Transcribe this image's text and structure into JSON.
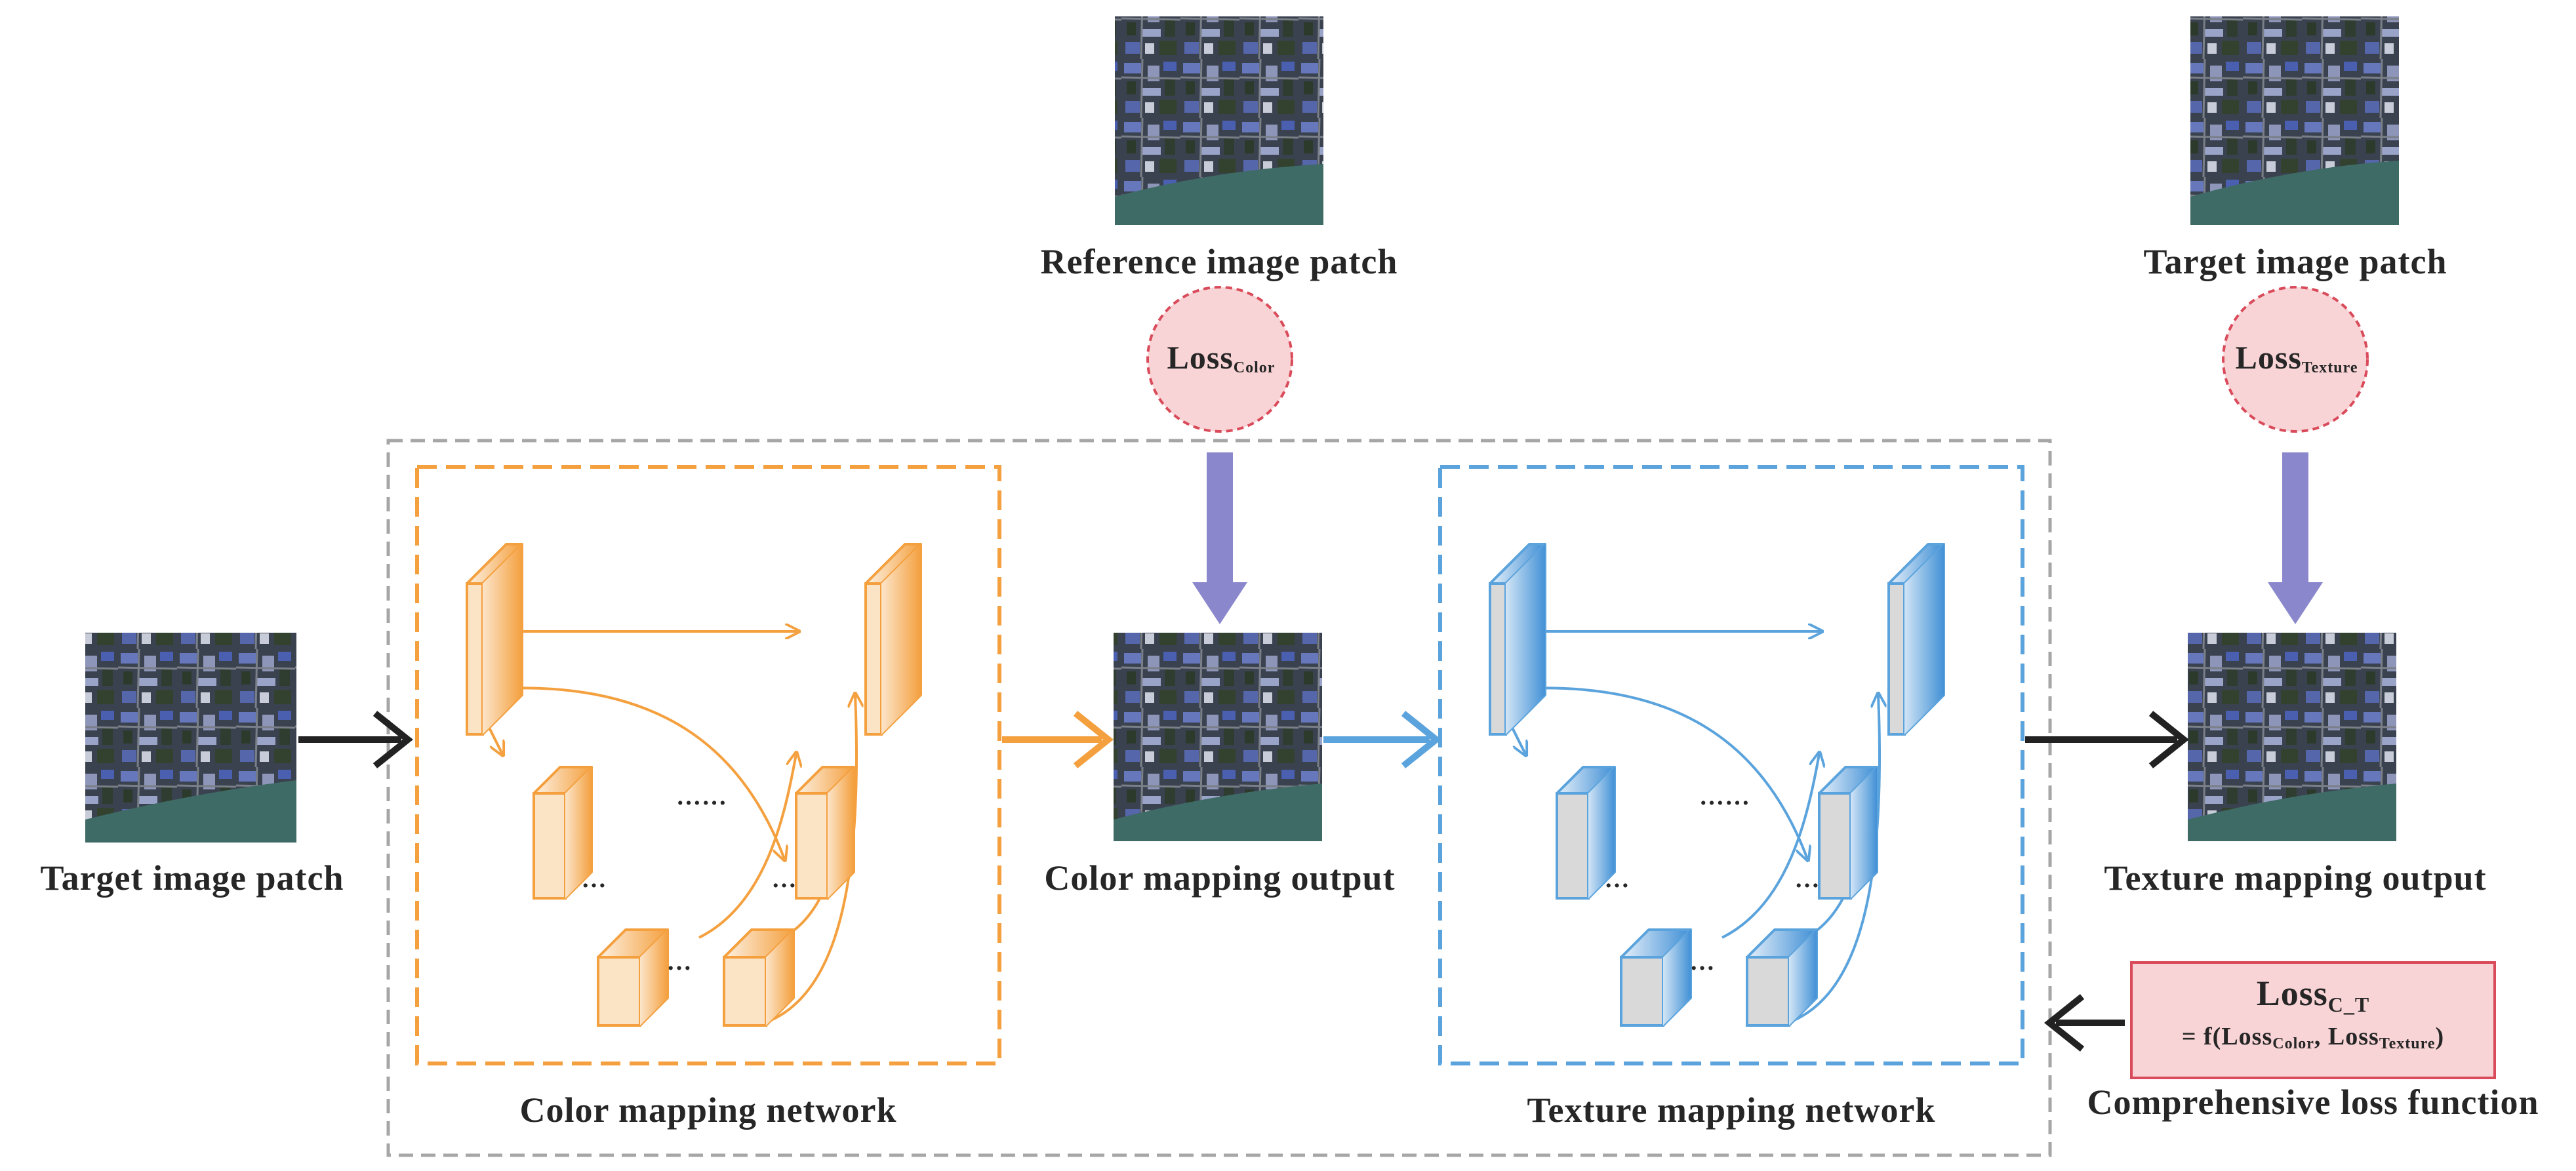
{
  "colors": {
    "orange": "#F4A03F",
    "orange_light": "#FBE3C6",
    "blue": "#5BA3DC",
    "blue_light": "#DCEBF7",
    "gray_box": "#A6A6A6",
    "loss_fill": "#F9D4D6",
    "loss_stroke": "#D94B5A",
    "purple_arrow": "#8A87CC",
    "black_arrow": "#222222"
  },
  "images": {
    "reference_patch": {
      "label": "Reference image patch"
    },
    "target_patch_top": {
      "label": "Target image patch"
    },
    "target_patch_left": {
      "label": "Target image patch"
    },
    "color_output": {
      "label": "Color  mapping output"
    },
    "texture_output": {
      "label": "Texture  mapping  output"
    }
  },
  "networks": {
    "color": {
      "label": "Color mapping network",
      "ellipsis": [
        "……",
        "…",
        "…",
        "…"
      ]
    },
    "texture": {
      "label": "Texture  mapping network",
      "ellipsis": [
        "……",
        "…",
        "…",
        "…"
      ]
    }
  },
  "losses": {
    "color": {
      "main": "Loss",
      "sub": "Color"
    },
    "texture": {
      "main": "Loss",
      "sub": "Texture"
    },
    "comprehensive": {
      "main": "Loss",
      "sub": "C_T",
      "formula_prefix": "= f(Loss",
      "formula_sub1": "Color",
      "formula_mid": ", Loss",
      "formula_sub2": "Texture",
      "formula_suffix": ")",
      "label": "Comprehensive loss function"
    }
  }
}
